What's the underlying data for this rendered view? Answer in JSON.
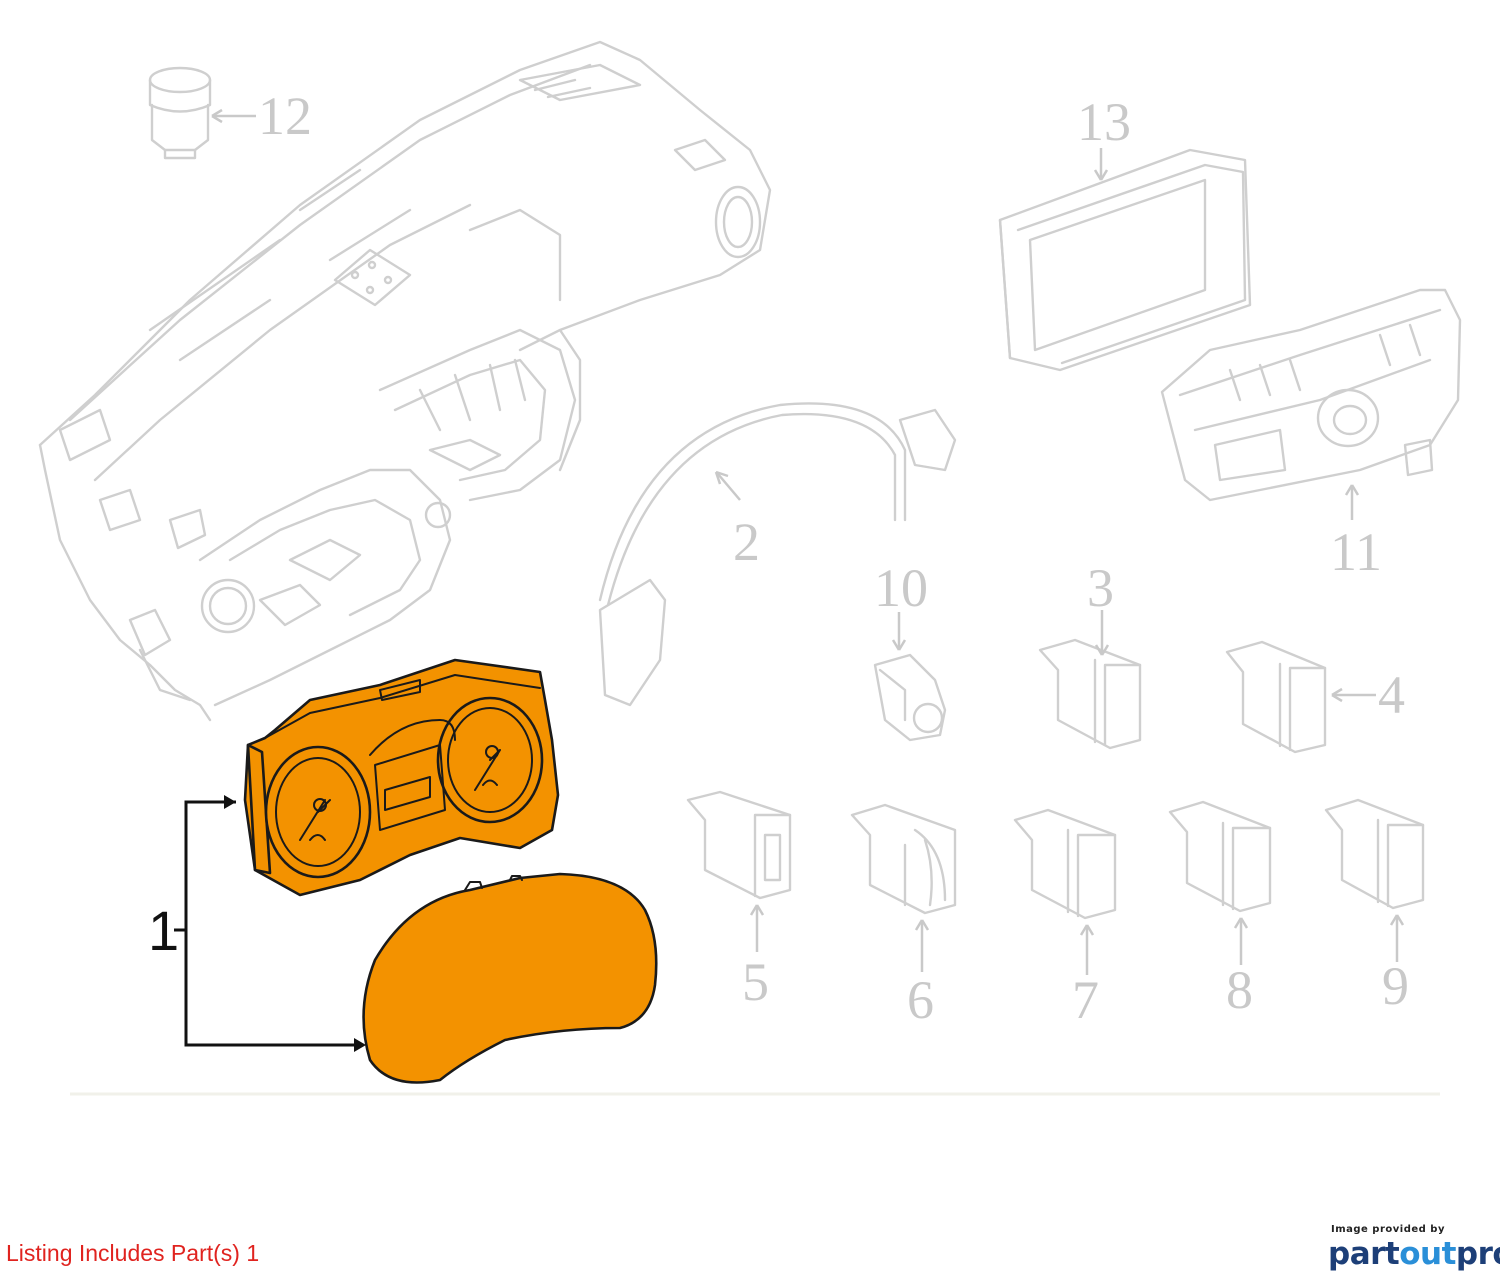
{
  "diagram": {
    "callouts": {
      "c1": "1",
      "c2": "2",
      "c3": "3",
      "c4": "4",
      "c5": "5",
      "c6": "6",
      "c7": "7",
      "c8": "8",
      "c9": "9",
      "c10": "10",
      "c11": "11",
      "c12": "12",
      "c13": "13"
    },
    "highlight_color": "#f39200",
    "ghost_color": "#cfcfcf"
  },
  "footer": {
    "listing_note": "Listing Includes Part(s) 1",
    "credit_small": "Image provided by",
    "brand_part": "part",
    "brand_out": "out",
    "brand_pro": "pro"
  }
}
